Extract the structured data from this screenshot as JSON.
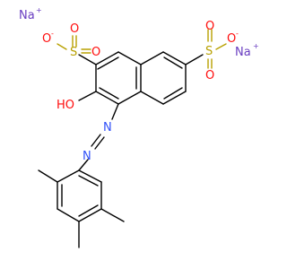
{
  "atoms": {
    "na": "Na",
    "o": "O",
    "s": "S",
    "n": "N",
    "ho": "HO"
  },
  "charges": {
    "plus": "+",
    "minus": "-"
  },
  "colors": {
    "bond": "#000000",
    "oxygen": "#ff0d0d",
    "sulfur": "#b8a000",
    "nitrogen": "#3050f8",
    "sodium": "#6a3fc1"
  }
}
